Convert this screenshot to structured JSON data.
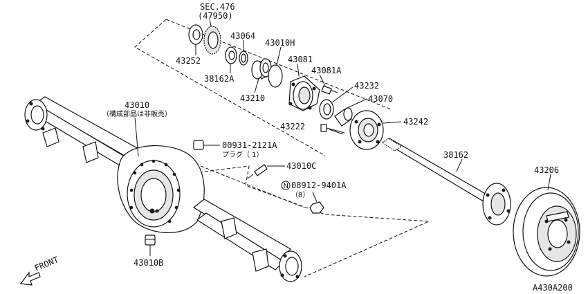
{
  "labels": {
    "sec_ref": "SEC.476",
    "sec_ref_sub": "(47950)",
    "p43252": "43252",
    "p43064": "43064",
    "p43010H": "43010H",
    "p38162A": "38162A",
    "p43210": "43210",
    "p43081": "43081",
    "p43081A": "43081A",
    "p43232": "43232",
    "p43070": "43070",
    "p43222": "43222",
    "p43242": "43242",
    "p43010": "43010",
    "p43010_note": "（構成部品は非販売）",
    "p00931": "00931-2121A",
    "p00931_note": "プラグ（ 1）",
    "p43010C": "43010C",
    "nut_symbol": "N",
    "p08912": "08912-9401A",
    "p08912_qty": "（8）",
    "p38162": "38162",
    "p43206": "43206",
    "p43010B": "43010B",
    "front": "FRONT",
    "figure_code": "A430A200"
  }
}
